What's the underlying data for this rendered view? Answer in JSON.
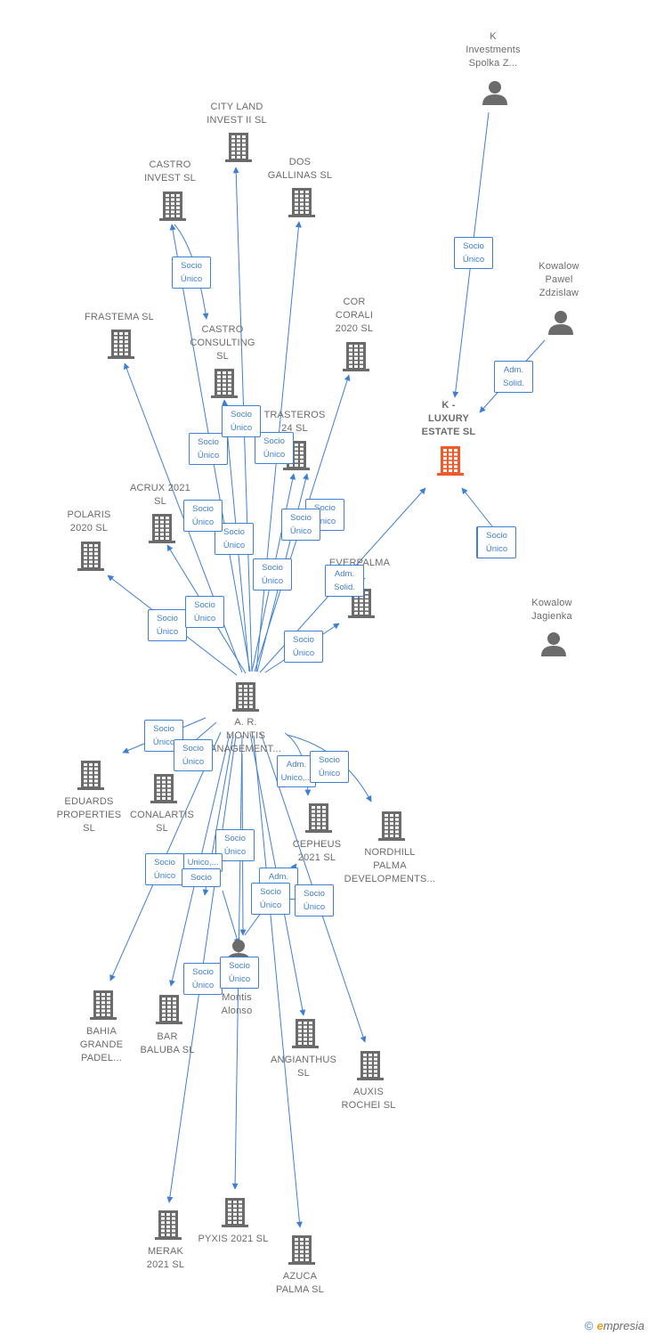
{
  "colors": {
    "edge": "#3f7fd2",
    "node": "#6b6b6b",
    "focus": "#f05a28"
  },
  "nodes": [
    {
      "id": "ar",
      "type": "company",
      "label": "A. R.\nMONTIS\nANAGEMENT..."
    },
    {
      "id": "k_inv",
      "type": "person",
      "label": "K\nInvestments\nSpolka Z..."
    },
    {
      "id": "city",
      "type": "company",
      "label": "CITY LAND\nINVEST II  SL"
    },
    {
      "id": "castro_inv",
      "type": "company",
      "label": "CASTRO\nINVEST  SL"
    },
    {
      "id": "dos",
      "type": "company",
      "label": "DOS\nGALLINAS  SL"
    },
    {
      "id": "kp",
      "type": "person",
      "label": "Kowalow\nPawel\nZdzislaw"
    },
    {
      "id": "frastema",
      "type": "company",
      "label": "FRASTEMA  SL"
    },
    {
      "id": "castro_cons",
      "type": "company",
      "label": "CASTRO\nCONSULTING\nSL"
    },
    {
      "id": "cor",
      "type": "company",
      "label": "COR\nCORALI\n2020  SL"
    },
    {
      "id": "kle",
      "type": "focus",
      "label": "K -\nLUXURY\nESTATE  SL"
    },
    {
      "id": "trasteros",
      "type": "company",
      "label": "TRASTEROS\n24  SL"
    },
    {
      "id": "acrux",
      "type": "company",
      "label": "ACRUX 2021\nSL"
    },
    {
      "id": "polaris",
      "type": "company",
      "label": "POLARIS\n2020  SL"
    },
    {
      "id": "everpalma",
      "type": "company",
      "label": "EVERPALMA\nSL"
    },
    {
      "id": "kj",
      "type": "person",
      "label": "Kowalow\nJagienka"
    },
    {
      "id": "eduards",
      "type": "company",
      "label": "EDUARDS\nPROPERTIES\nSL"
    },
    {
      "id": "conalartis",
      "type": "company",
      "label": "CONALARTIS\nSL"
    },
    {
      "id": "cepheus",
      "type": "company",
      "label": "CEPHEUS\n2021  SL"
    },
    {
      "id": "nordhill",
      "type": "company",
      "label": "NORDHILL\nPALMA\nDEVELOPMENTS..."
    },
    {
      "id": "montis",
      "type": "person",
      "label": "Montis\nAlonso"
    },
    {
      "id": "bahia",
      "type": "company",
      "label": "BAHIA\nGRANDE\nPADEL..."
    },
    {
      "id": "bar",
      "type": "company",
      "label": "BAR\nBALUBA  SL"
    },
    {
      "id": "angianthus",
      "type": "company",
      "label": "ANGIANTHUS\nSL"
    },
    {
      "id": "auxis",
      "type": "company",
      "label": "AUXIS\nROCHEI  SL"
    },
    {
      "id": "merak",
      "type": "company",
      "label": "MERAK\n2021  SL"
    },
    {
      "id": "pyxis",
      "type": "company",
      "label": "PYXIS 2021  SL"
    },
    {
      "id": "azuca",
      "type": "company",
      "label": "AZUCA\nPALMA  SL"
    }
  ],
  "edge_tags": [
    "Socio\nÚnico",
    "Adm.\nSolid.",
    "Socio\nÚnico",
    "Socio\nÚnico",
    "Socio\nÚnico",
    "Socio\nÚnico",
    "Socio\nÚnico",
    "Socio\nÚnico",
    "Socio\nÚnico",
    "Socio\nÚnico",
    "Socio\nÚnico",
    "Socio\nÚnico",
    "Socio\nÚnico",
    "Socio\nÚnico",
    "Adm.\nSolid.",
    "Socio\nÚnico",
    "Socio\nÚnico",
    "Socio\nÚnico",
    "Socio\nÚnico",
    "Socio\nÚnico",
    "Adm.\nUnico,...",
    "Socio\nÚnico",
    "Socio\nÚnico",
    "Unico,...",
    "Socio",
    "Adm.\nUnico",
    "Socio\nÚnico",
    "Socio\nÚnico",
    "Socio\nÚnico",
    "Socio\nÚnico"
  ],
  "footer": {
    "copyright": "©",
    "brand_initial": "e",
    "brand_rest": "mpresia"
  }
}
